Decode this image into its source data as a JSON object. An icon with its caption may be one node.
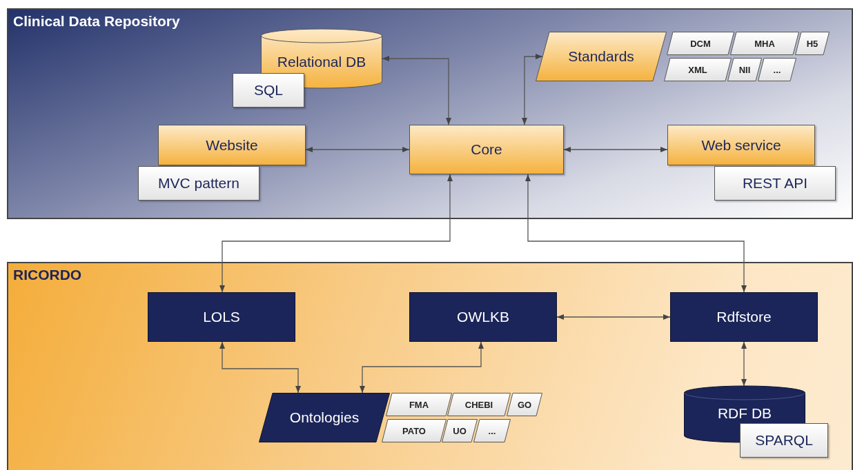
{
  "diagram": {
    "nodes": [
      {
        "text": [
          "Clinical Data Repository"
        ]
      },
      {
        "text": [
          "Relational DB"
        ],
        "in": 0
      },
      {
        "text": [
          "SQL"
        ],
        "in": 0
      },
      {
        "text": [
          "Standards"
        ],
        "in": 0
      },
      {
        "text": [
          "DCM"
        ],
        "in": 0
      },
      {
        "text": [
          "MHA"
        ],
        "in": 0
      },
      {
        "text": [
          "H5"
        ],
        "in": 0
      },
      {
        "text": [
          "XML"
        ],
        "in": 0
      },
      {
        "text": [
          "NII"
        ],
        "in": 0
      },
      {
        "text": [
          "..."
        ],
        "in": 0
      },
      {
        "text": [
          "Website"
        ],
        "in": 0
      },
      {
        "text": [
          "MVC pattern"
        ],
        "in": 0
      },
      {
        "text": [
          "Core"
        ],
        "in": 0
      },
      {
        "text": [
          "Web service"
        ],
        "in": 0
      },
      {
        "text": [
          "REST API"
        ],
        "in": 0
      },
      {
        "text": [
          "RICORDO"
        ]
      },
      {
        "text": [
          "LOLS"
        ],
        "in": 15
      },
      {
        "text": [
          "OWLKB"
        ],
        "in": 15
      },
      {
        "text": [
          "Rdfstore"
        ],
        "in": 15
      },
      {
        "text": [
          "Ontologies"
        ],
        "in": 15
      },
      {
        "text": [
          "FMA"
        ],
        "in": 15
      },
      {
        "text": [
          "CHEBI"
        ],
        "in": 15
      },
      {
        "text": [
          "GO"
        ],
        "in": 15
      },
      {
        "text": [
          "PATO"
        ],
        "in": 15
      },
      {
        "text": [
          "UO"
        ],
        "in": 15
      },
      {
        "text": [
          "..."
        ],
        "in": 15
      },
      {
        "text": [
          "RDF DB"
        ],
        "in": 15
      },
      {
        "text": [
          "SPARQL"
        ],
        "in": 15
      }
    ],
    "edges": [
      {
        "from": 12,
        "to": 1,
        "arrow": "both"
      },
      {
        "from": 12,
        "to": 3,
        "arrow": "both"
      },
      {
        "from": 10,
        "to": 12,
        "arrow": "both"
      },
      {
        "from": 12,
        "to": 13,
        "arrow": "both"
      },
      {
        "from": 12,
        "to": 16,
        "arrow": "both"
      },
      {
        "from": 12,
        "to": 18,
        "arrow": "both"
      },
      {
        "from": 17,
        "to": 18,
        "arrow": "both"
      },
      {
        "from": 16,
        "to": 19,
        "arrow": "both"
      },
      {
        "from": 17,
        "to": 19,
        "arrow": "both"
      },
      {
        "from": 18,
        "to": 26,
        "arrow": "both"
      }
    ]
  }
}
